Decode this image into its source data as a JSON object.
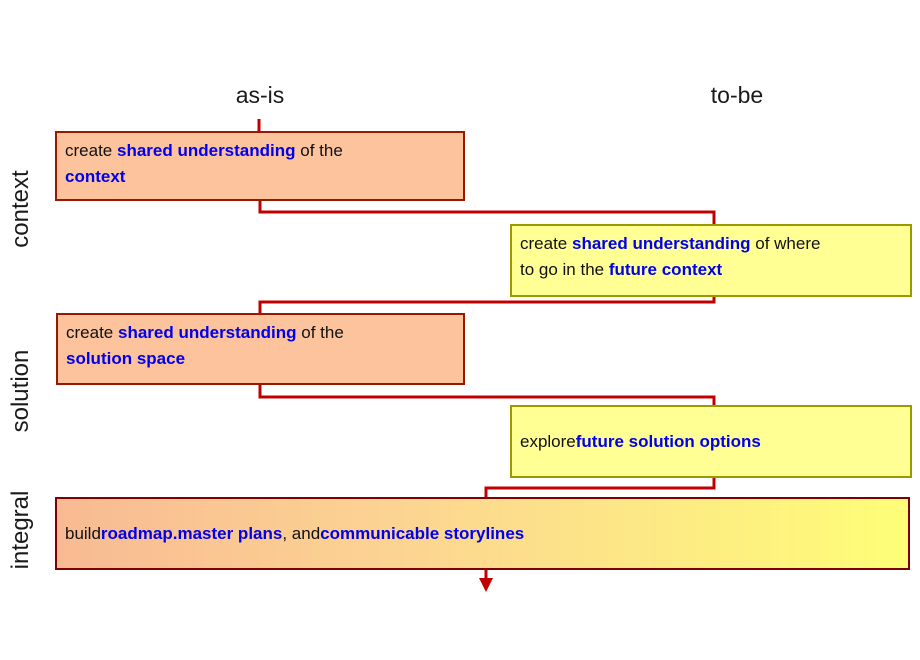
{
  "columns": [
    {
      "label": "as-is"
    },
    {
      "label": "to-be"
    }
  ],
  "rows": [
    {
      "label": "context"
    },
    {
      "label": "solution"
    },
    {
      "label": "integral"
    }
  ],
  "boxes": [
    {
      "id": "context-as-is",
      "segments": [
        {
          "t": "create "
        },
        {
          "t": "shared understanding",
          "em": true
        },
        {
          "t": " of the"
        },
        {
          "br": true
        },
        {
          "t": "context",
          "em": true
        }
      ]
    },
    {
      "id": "context-to-be",
      "segments": [
        {
          "t": "create "
        },
        {
          "t": "shared understanding",
          "em": true
        },
        {
          "t": " of where"
        },
        {
          "br": true
        },
        {
          "t": "to go in the "
        },
        {
          "t": "future context",
          "em": true
        }
      ]
    },
    {
      "id": "solution-as-is",
      "segments": [
        {
          "t": "create "
        },
        {
          "t": "shared understanding",
          "em": true
        },
        {
          "t": " of the"
        },
        {
          "br": true
        },
        {
          "t": "solution space",
          "em": true
        }
      ]
    },
    {
      "id": "solution-to-be",
      "segments": [
        {
          "t": "explore "
        },
        {
          "t": "future solution options",
          "em": true
        }
      ]
    },
    {
      "id": "integral",
      "segments": [
        {
          "t": "build "
        },
        {
          "t": "roadmap.",
          "em": true
        },
        {
          "t": " "
        },
        {
          "t": "master plans",
          "em": true
        },
        {
          "t": ", and "
        },
        {
          "t": "communicable storylines",
          "em": true
        }
      ]
    }
  ],
  "colors": {
    "connector": "#c00000",
    "salmon_fill": "#fcc39d",
    "salmon_border": "#991900",
    "yellow_fill": "#ffff94",
    "yellow_border": "#999900",
    "gradient_left": "#f8ba93",
    "gradient_right": "#fefe77",
    "integral_border": "#7f0000",
    "emphasis_text": "#0000ee"
  }
}
